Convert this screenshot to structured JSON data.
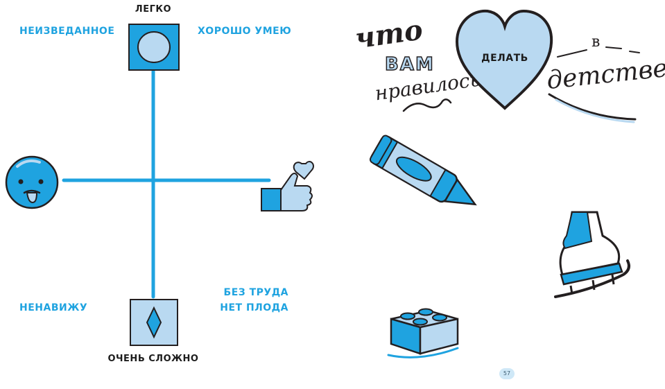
{
  "matrix": {
    "top_label": "Легко",
    "bottom_label": "Очень сложно",
    "top_left_label": "Неизведанное",
    "top_right_label": "Хорошо умею",
    "bottom_left_label": "Ненавижу",
    "bottom_right_label_line1": "Без труда",
    "bottom_right_label_line2": "нет плода"
  },
  "heading": {
    "line1": "что",
    "line2": "вам",
    "line3": "нравилось",
    "heart_text": "делать",
    "word_in": "в",
    "word_childhood": "детстве?"
  },
  "page_number": "57",
  "colors": {
    "accent_blue": "#1fa3e0",
    "light_blue": "#b9d9f1",
    "ink": "#231f20"
  }
}
